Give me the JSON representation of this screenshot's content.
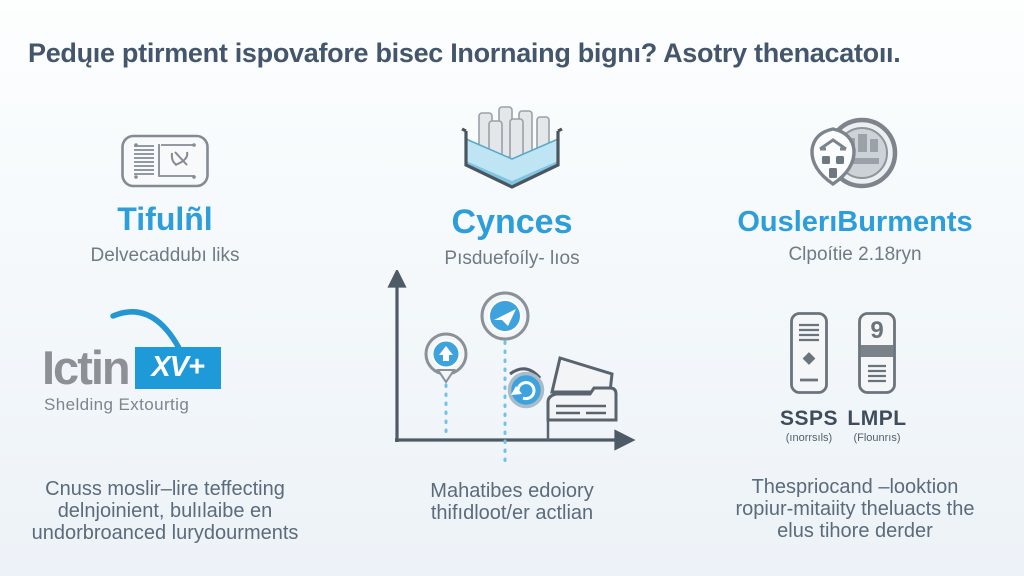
{
  "title": "Pedųıe ptirment ispovafore bisec Inornaing bignı? Asotry thenacatoıı.",
  "features": [
    {
      "icon": "license-plate-icon",
      "heading": "Tifulñl",
      "subtitle": "Delvecaddubı liks"
    },
    {
      "icon": "cube-container-icon",
      "heading": "Cynces",
      "subtitle": "Pısduefoíly- lıos"
    },
    {
      "icon": "coin-shield-icon",
      "heading": "OuslerıBurments",
      "subtitle": "Clpoítie 2.18ryn"
    }
  ],
  "logo": {
    "word": "Ictin",
    "badge": "XV+",
    "tagline": "Shelding Extourtig"
  },
  "towers": [
    {
      "label": "SSPS",
      "sublabel": "(ınorrsıls)",
      "digit": ""
    },
    {
      "label": "LMPL",
      "sublabel": "(Flounrıs)",
      "digit": "9"
    }
  ],
  "bottom_texts": [
    {
      "lines": [
        "Cnuss moslir–lire teffecting",
        "delnjoinient, bulılaibe en",
        "undorbroanced lurydourments"
      ]
    },
    {
      "lines": [
        "Mahatibes edoiory",
        "thifıdloot/er actlian",
        ""
      ]
    },
    {
      "lines": [
        "Thespriocand –looktion",
        "ropiur-mitaiity theluacts the",
        "elus tihore derder"
      ]
    }
  ],
  "colors": {
    "accent_blue": "#2d9ed9",
    "logo_blue": "#1f9ad8",
    "pin_blue": "#3ea3dd",
    "title_color": "#44566b",
    "body_color": "#5b6b7a",
    "icon_gray": "#848b93"
  }
}
